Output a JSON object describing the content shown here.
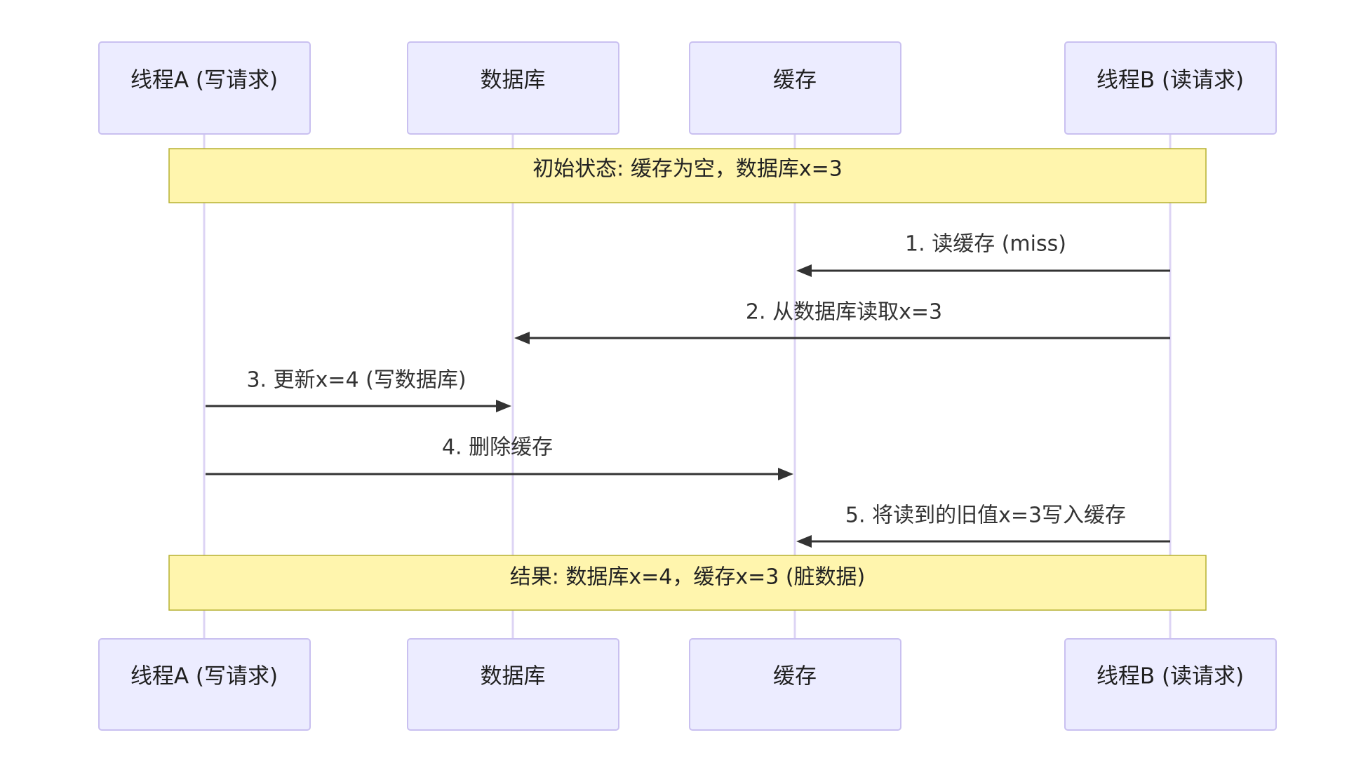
{
  "actors": [
    {
      "id": "threadA",
      "label": "线程A (写请求)"
    },
    {
      "id": "db",
      "label": "数据库"
    },
    {
      "id": "cache",
      "label": "缓存"
    },
    {
      "id": "threadB",
      "label": "线程B (读请求)"
    }
  ],
  "notes": [
    {
      "id": "initial",
      "text": "初始状态: 缓存为空，数据库x=3",
      "after_message": 0
    },
    {
      "id": "result",
      "text": "结果: 数据库x=4，缓存x=3 (脏数据)",
      "after_message": 5
    }
  ],
  "messages": [
    {
      "from": "threadB",
      "to": "cache",
      "text": "1. 读缓存 (miss)"
    },
    {
      "from": "threadB",
      "to": "db",
      "text": "2. 从数据库读取x=3"
    },
    {
      "from": "threadA",
      "to": "db",
      "text": "3. 更新x=4 (写数据库)"
    },
    {
      "from": "threadA",
      "to": "cache",
      "text": "4. 删除缓存"
    },
    {
      "from": "threadB",
      "to": "cache",
      "text": "5. 将读到的旧值x=3写入缓存"
    }
  ],
  "colors": {
    "actor_fill": "#ececff",
    "actor_border": "#c9c0f0",
    "lifeline": "#ddd4f4",
    "note_fill": "#fff5ad",
    "note_border": "#b5b030",
    "arrow": "#333333"
  }
}
